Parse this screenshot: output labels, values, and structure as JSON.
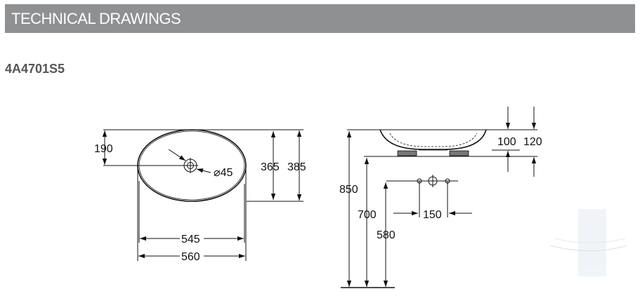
{
  "header": {
    "title": "TECHNICAL DRAWINGS"
  },
  "product": {
    "model_code": "4A4701S5"
  },
  "drawing": {
    "top_view": {
      "dim_190": "190",
      "dim_365": "365",
      "dim_385": "385",
      "dim_drain": "⌀45",
      "dim_545": "545",
      "dim_560": "560"
    },
    "side_view": {
      "dim_100": "100",
      "dim_120": "120",
      "dim_850": "850",
      "dim_700": "700",
      "dim_580": "580",
      "dim_150": "150"
    }
  }
}
